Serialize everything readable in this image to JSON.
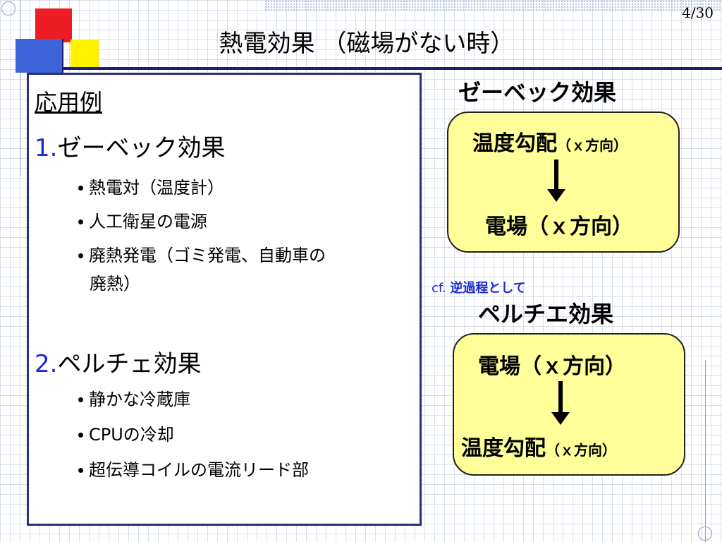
{
  "page_number": "4/30",
  "title": "熱電効果 （磁場がない時）",
  "left_panel": {
    "heading": "応用例",
    "sections": [
      {
        "number": "1.",
        "label": "ゼーベック効果",
        "items": [
          "熱電対（温度計）",
          "人工衛星の電源",
          "廃熱発電（ゴミ発電、自動車の",
          "廃熱）"
        ]
      },
      {
        "number": "2.",
        "label": "ペルチェ効果",
        "items": [
          "静かな冷蔵庫",
          "CPUの冷却",
          "超伝導コイルの電流リード部"
        ]
      }
    ]
  },
  "seebeck": {
    "title": "ゼーベック効果",
    "top_main": "温度勾配",
    "top_sub": "（ｘ方向）",
    "bottom_main": "電場",
    "bottom_sub": "（ｘ方向）"
  },
  "cf_note": {
    "prefix": "cf.",
    "text": "逆過程として"
  },
  "peltier": {
    "title": "ペルチエ効果",
    "top_main": "電場",
    "top_sub": "（ｘ方向）",
    "bottom_main": "温度勾配",
    "bottom_sub": "（ｘ方向）"
  },
  "colors": {
    "accent_blue": "#1a2ad8",
    "frame_navy": "#2b2f7a",
    "box_yellow": "#ffff99"
  }
}
